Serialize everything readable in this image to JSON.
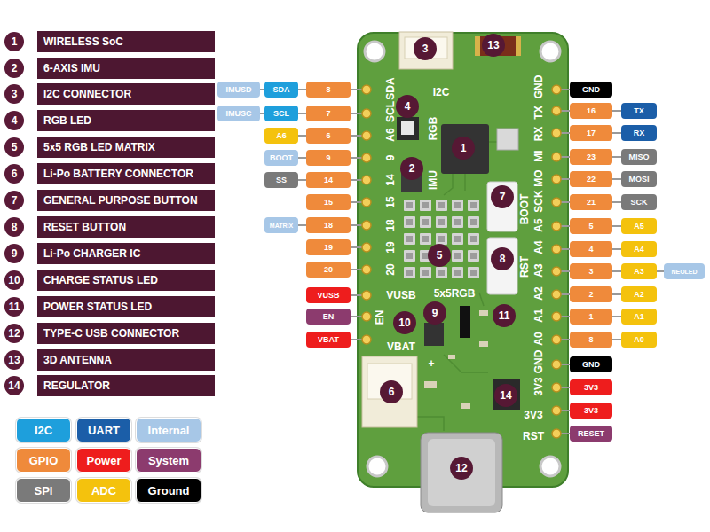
{
  "diagram": {
    "nodes": [
      {
        "text": [
          "WIRELESS SoC"
        ]
      },
      {
        "text": [
          "6-AXIS IMU"
        ]
      },
      {
        "text": [
          "I2C CONNECTOR"
        ]
      },
      {
        "text": [
          "RGB LED"
        ]
      },
      {
        "text": [
          "5x5 RGB LED MATRIX"
        ]
      },
      {
        "text": [
          "Li-Po BATTERY CONNECTOR"
        ]
      },
      {
        "text": [
          "GENERAL PURPOSE BUTTON"
        ]
      },
      {
        "text": [
          "RESET BUTTON"
        ]
      },
      {
        "text": [
          "Li-Po CHARGER IC"
        ]
      },
      {
        "text": [
          "CHARGE STATUS LED"
        ]
      },
      {
        "text": [
          "POWER STATUS LED"
        ]
      },
      {
        "text": [
          "TYPE-C USB CONNECTOR"
        ]
      },
      {
        "text": [
          "3D ANTENNA"
        ]
      },
      {
        "text": [
          "REGULATOR"
        ]
      },
      {
        "text": [
          "IMUSD"
        ]
      },
      {
        "text": [
          "SDA"
        ]
      },
      {
        "text": [
          "8"
        ]
      },
      {
        "text": [
          "IMUSC"
        ]
      },
      {
        "text": [
          "SCL"
        ]
      },
      {
        "text": [
          "7"
        ]
      },
      {
        "text": [
          "A6"
        ]
      },
      {
        "text": [
          "6"
        ]
      },
      {
        "text": [
          "BOOT"
        ]
      },
      {
        "text": [
          "9"
        ]
      },
      {
        "text": [
          "SS"
        ]
      },
      {
        "text": [
          "14"
        ]
      },
      {
        "text": [
          "15"
        ]
      },
      {
        "text": [
          "MATRIX"
        ]
      },
      {
        "text": [
          "18"
        ]
      },
      {
        "text": [
          "19"
        ]
      },
      {
        "text": [
          "20"
        ]
      },
      {
        "text": [
          "VUSB"
        ]
      },
      {
        "text": [
          "EN"
        ]
      },
      {
        "text": [
          "VBAT"
        ]
      },
      {
        "text": [
          "GND"
        ]
      },
      {
        "text": [
          "16"
        ]
      },
      {
        "text": [
          "TX"
        ]
      },
      {
        "text": [
          "17"
        ]
      },
      {
        "text": [
          "RX"
        ]
      },
      {
        "text": [
          "23"
        ]
      },
      {
        "text": [
          "MISO"
        ]
      },
      {
        "text": [
          "22"
        ]
      },
      {
        "text": [
          "MOSI"
        ]
      },
      {
        "text": [
          "21"
        ]
      },
      {
        "text": [
          "SCK"
        ]
      },
      {
        "text": [
          "5"
        ]
      },
      {
        "text": [
          "A5"
        ]
      },
      {
        "text": [
          "4"
        ]
      },
      {
        "text": [
          "A4"
        ]
      },
      {
        "text": [
          "3"
        ]
      },
      {
        "text": [
          "A3"
        ]
      },
      {
        "text": [
          "NEOLED"
        ]
      },
      {
        "text": [
          "2"
        ]
      },
      {
        "text": [
          "A2"
        ]
      },
      {
        "text": [
          "1"
        ]
      },
      {
        "text": [
          "A1"
        ]
      },
      {
        "text": [
          "8"
        ]
      },
      {
        "text": [
          "A0"
        ]
      },
      {
        "text": [
          "GND"
        ]
      },
      {
        "text": [
          "3V3"
        ]
      },
      {
        "text": [
          "3V3"
        ]
      },
      {
        "text": [
          "RESET"
        ]
      }
    ],
    "edges": [
      {
        "from": 14,
        "to": 15,
        "arrow": "none"
      },
      {
        "from": 15,
        "to": 16,
        "arrow": "none"
      },
      {
        "from": 17,
        "to": 18,
        "arrow": "none"
      },
      {
        "from": 18,
        "to": 19,
        "arrow": "none"
      },
      {
        "from": 20,
        "to": 21,
        "arrow": "none"
      },
      {
        "from": 22,
        "to": 23,
        "arrow": "none"
      },
      {
        "from": 24,
        "to": 25,
        "arrow": "none"
      },
      {
        "from": 27,
        "to": 28,
        "arrow": "none"
      },
      {
        "from": 35,
        "to": 36,
        "arrow": "none"
      },
      {
        "from": 37,
        "to": 38,
        "arrow": "none"
      },
      {
        "from": 39,
        "to": 40,
        "arrow": "none"
      },
      {
        "from": 41,
        "to": 42,
        "arrow": "none"
      },
      {
        "from": 43,
        "to": 44,
        "arrow": "none"
      },
      {
        "from": 45,
        "to": 46,
        "arrow": "none"
      },
      {
        "from": 47,
        "to": 48,
        "arrow": "none"
      },
      {
        "from": 49,
        "to": 50,
        "arrow": "none"
      },
      {
        "from": 50,
        "to": 51,
        "arrow": "none"
      },
      {
        "from": 52,
        "to": 53,
        "arrow": "none"
      },
      {
        "from": 54,
        "to": 55,
        "arrow": "none"
      },
      {
        "from": 56,
        "to": 57,
        "arrow": "none"
      }
    ],
    "labels": [
      "1",
      "2",
      "3",
      "4",
      "5",
      "6",
      "7",
      "8",
      "9",
      "10",
      "11",
      "12",
      "13",
      "14",
      "3",
      "13",
      "4",
      "1",
      "2",
      "7",
      "5",
      "8",
      "10",
      "9",
      "11",
      "6",
      "14",
      "12",
      "SDA",
      "SCL",
      "A6",
      "9",
      "14",
      "15",
      "18",
      "19",
      "20",
      "VUSB",
      "EN",
      "VBAT",
      "I2C",
      "RGB",
      "IMU",
      "BOOT",
      "RST",
      "5x5RGB",
      "GND",
      "TX",
      "RX",
      "MI",
      "MO",
      "SCK",
      "A5",
      "A4",
      "A3",
      "A2",
      "A1",
      "A0",
      "GND",
      "3V3",
      "3V3",
      "RST",
      "+"
    ],
    "legend": [
      {
        "text": "I2C",
        "color": "#1e9fdc"
      },
      {
        "text": "UART",
        "color": "#1b5ea8"
      },
      {
        "text": "Internal",
        "color": "#a7c7e7"
      },
      {
        "text": "GPIO",
        "color": "#ef8a3b"
      },
      {
        "text": "Power",
        "color": "#ee1d1d"
      },
      {
        "text": "System",
        "color": "#8c3b6e"
      },
      {
        "text": "SPI",
        "color": "#7a7a7a"
      },
      {
        "text": "ADC",
        "color": "#f4c20d"
      },
      {
        "text": "Ground",
        "color": "#000000"
      }
    ]
  }
}
